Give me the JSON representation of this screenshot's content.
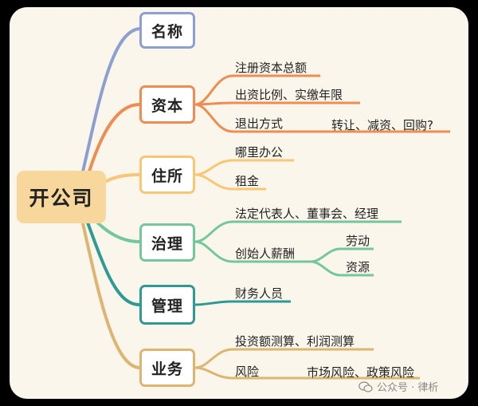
{
  "root": {
    "label": "开公司"
  },
  "branches": [
    {
      "id": "name",
      "label": "名称",
      "color": "#8d9fd1",
      "leaves": []
    },
    {
      "id": "capital",
      "label": "资本",
      "color": "#ef8c52",
      "leaves": [
        {
          "label": "注册资本总额"
        },
        {
          "label": "出资比例、实缴年限"
        },
        {
          "label": "退出方式",
          "children": [
            {
              "label": "转让、减资、回购?"
            }
          ]
        }
      ]
    },
    {
      "id": "residence",
      "label": "住所",
      "color": "#f7c776",
      "leaves": [
        {
          "label": "哪里办公"
        },
        {
          "label": "租金"
        }
      ]
    },
    {
      "id": "governance",
      "label": "治理",
      "color": "#73c79b",
      "leaves": [
        {
          "label": "法定代表人、董事会、经理"
        },
        {
          "label": "创始人薪酬",
          "children": [
            {
              "label": "劳动"
            },
            {
              "label": "资源"
            }
          ]
        }
      ]
    },
    {
      "id": "management",
      "label": "管理",
      "color": "#2e9a93",
      "leaves": [
        {
          "label": "财务人员"
        }
      ]
    },
    {
      "id": "business",
      "label": "业务",
      "color": "#ddb570",
      "leaves": [
        {
          "label": "投资额测算、利润测算"
        },
        {
          "label": "风险",
          "children": [
            {
              "label": "市场风险、政策风险"
            }
          ]
        }
      ]
    }
  ],
  "watermark": {
    "text": "公众号 · 律析"
  }
}
